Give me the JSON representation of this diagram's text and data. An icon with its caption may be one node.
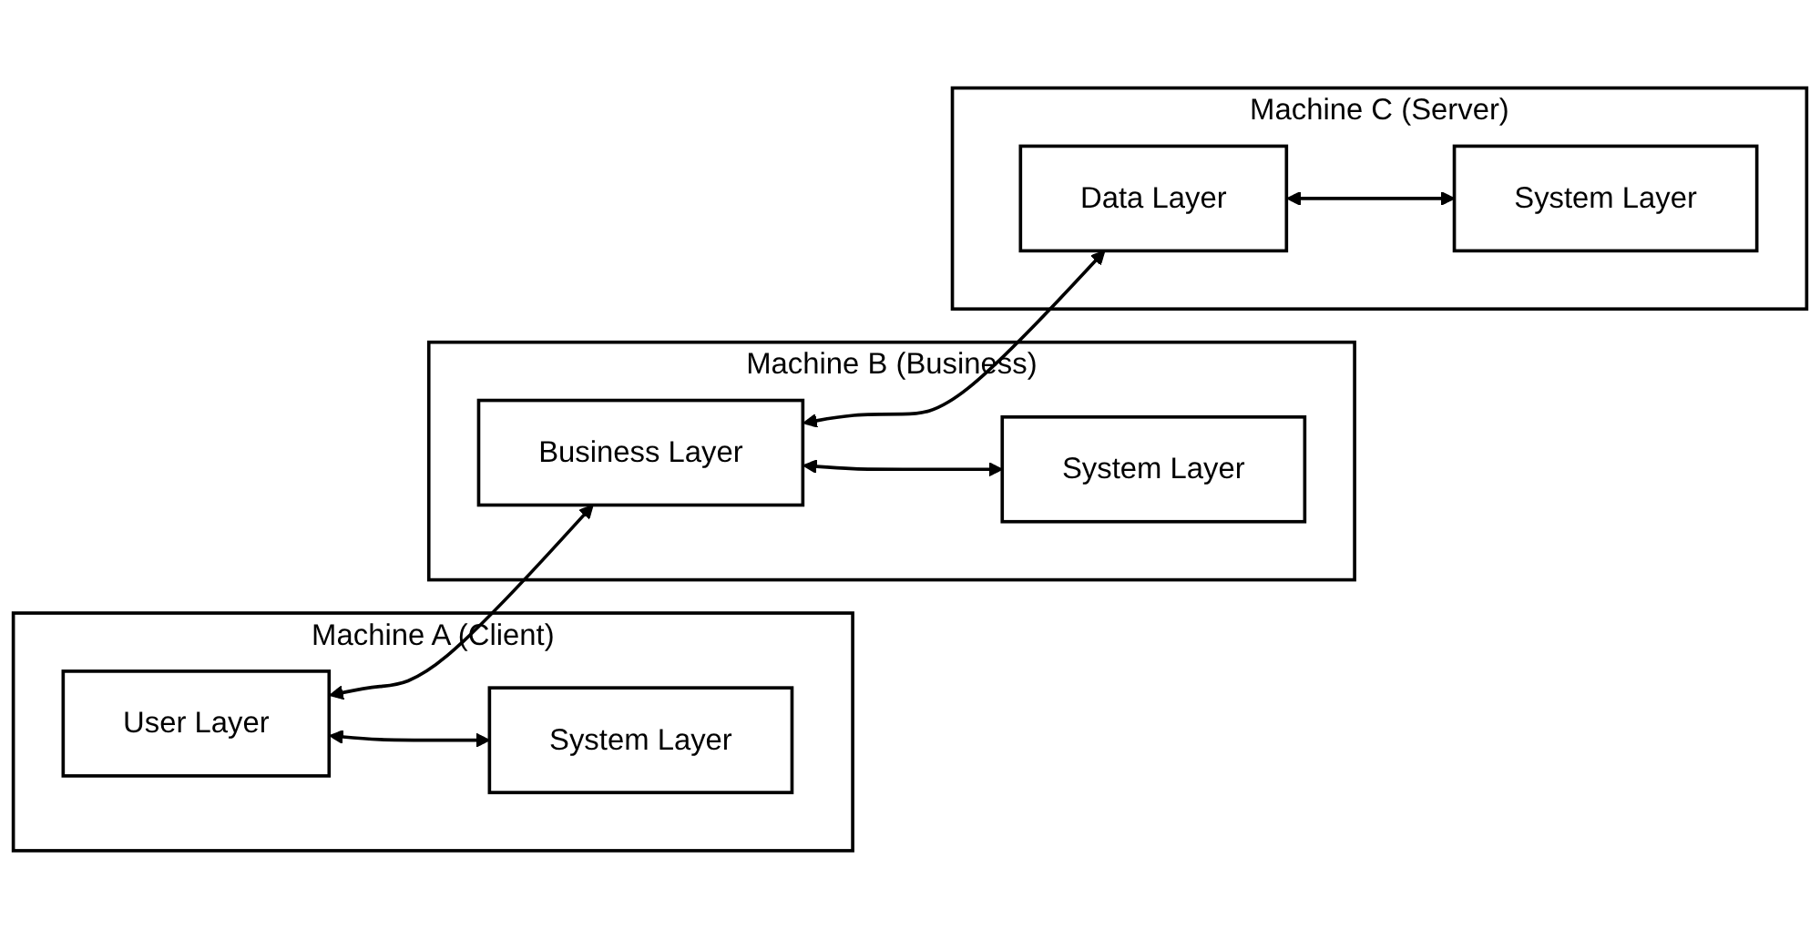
{
  "diagram": {
    "nodes": [
      {
        "text": [
          "Machine A (Client)"
        ]
      },
      {
        "text": [
          "User Layer"
        ],
        "in": 0
      },
      {
        "text": [
          "System Layer"
        ],
        "in": 0
      },
      {
        "text": [
          "Machine B (Business)"
        ]
      },
      {
        "text": [
          "Business Layer"
        ],
        "in": 3
      },
      {
        "text": [
          "System Layer"
        ],
        "in": 3
      },
      {
        "text": [
          "Machine C (Server)"
        ]
      },
      {
        "text": [
          "Data Layer"
        ],
        "in": 6
      },
      {
        "text": [
          "System Layer"
        ],
        "in": 6
      }
    ],
    "edges": [
      {
        "from": 1,
        "to": 4,
        "arrow": "both"
      },
      {
        "from": 4,
        "to": 7,
        "arrow": "both"
      },
      {
        "from": 1,
        "to": 2,
        "arrow": "both"
      },
      {
        "from": 4,
        "to": 5,
        "arrow": "both"
      },
      {
        "from": 7,
        "to": 8,
        "arrow": "both"
      }
    ]
  }
}
